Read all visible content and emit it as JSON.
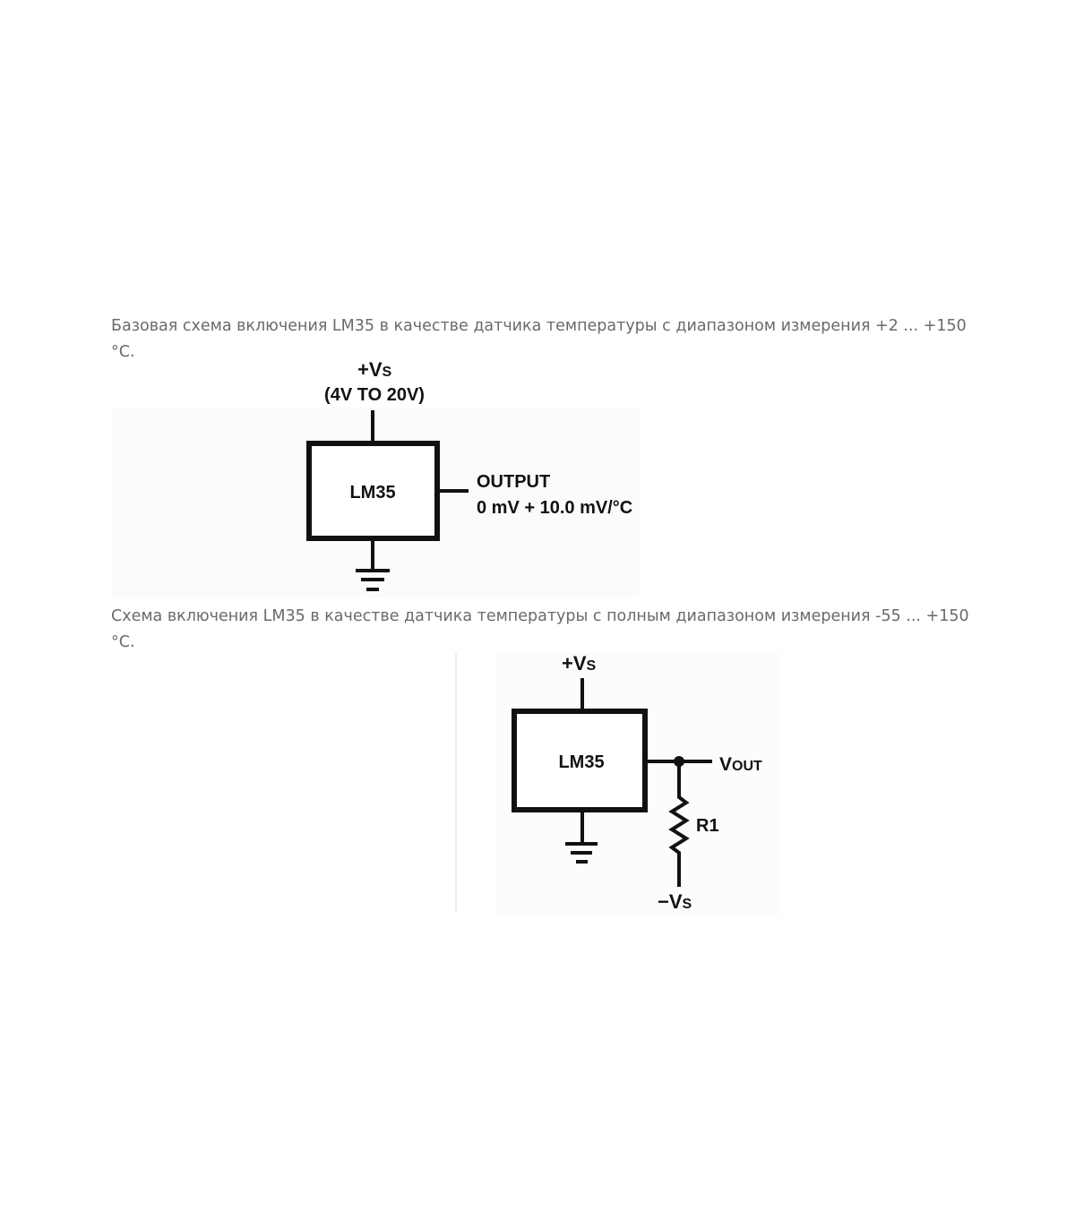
{
  "paragraphs": [
    {
      "text": "Базовая схема включения LM35 в качестве датчика температуры с диапазоном измерения +2 ... +150 °C."
    },
    {
      "text": "Схема включения LM35 в качестве датчика температуры с полным диапазоном измерения -55 ... +150 °C."
    }
  ],
  "diagram1": {
    "supply_label": "+V",
    "supply_sub": "S",
    "supply_range": "(4V TO 20V)",
    "chip_label": "LM35",
    "output_label": "OUTPUT",
    "output_formula": "0 mV + 10.0 mV/°C"
  },
  "diagram2": {
    "supply_label": "+V",
    "supply_sub": "S",
    "chip_label": "LM35",
    "vout_label": "V",
    "vout_sub": "OUT",
    "resistor_label": "R1",
    "neg_supply_label": "−V",
    "neg_supply_sub": "S"
  }
}
